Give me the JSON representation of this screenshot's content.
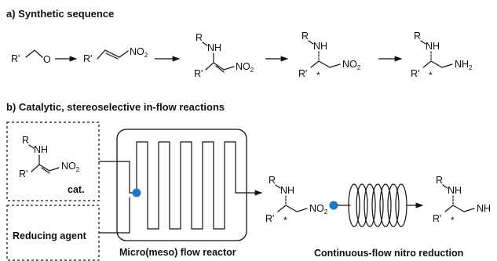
{
  "section_a": {
    "title": "a) Synthetic sequence"
  },
  "section_b": {
    "title": "b) Catalytic, stereoselective in-flow reactions"
  },
  "molecules": {
    "aldehyde": {
      "r": "R'",
      "o": "O"
    },
    "nitroalkene": {
      "r": "R'",
      "no": "NO",
      "sub": "2"
    },
    "enamine": {
      "r": "R",
      "nh": "NH",
      "r2": "R'",
      "no": "NO",
      "sub": "2"
    },
    "nitroamine": {
      "r": "R",
      "nh": "NH",
      "r2": "R'",
      "star": "*",
      "no": "NO",
      "sub": "2"
    },
    "diamine": {
      "r": "R",
      "nh": "NH",
      "r2": "R'",
      "star": "*",
      "nh2": "NH",
      "sub": "2"
    },
    "enamine_b": {
      "r": "R",
      "nh": "NH",
      "r2": "R'",
      "no": "NO",
      "sub": "2"
    },
    "nitroamine_b": {
      "r": "R",
      "nh": "NH",
      "r2": "R'",
      "star": "*",
      "no": "NO",
      "sub": "2"
    },
    "amine_b": {
      "r": "R",
      "nh": "NH",
      "r2": "R'",
      "star": "*",
      "tail": "NH"
    }
  },
  "labels": {
    "catalyst": "cat.",
    "reducing_agent": "Reducing agent",
    "flow_reactor": "Micro(meso) flow reactor",
    "nitro_reduction": "Continuous-flow nitro reduction"
  },
  "colors": {
    "accent": "#1f77c8",
    "ink": "#111111"
  }
}
